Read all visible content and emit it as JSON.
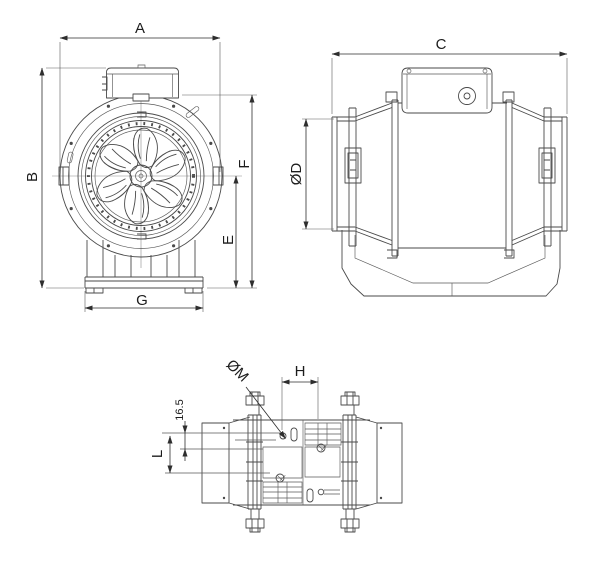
{
  "drawing": {
    "type": "technical-dimension-drawing",
    "subject": "inline-mixed-flow-duct-fan",
    "background": "#ffffff",
    "line_color": "#4a4a4a",
    "dimension_color": "#2e2e2e",
    "text_color": "#1c1c1c",
    "labels": {
      "width": "A",
      "height": "B",
      "length": "C",
      "duct_diameter": "ØD",
      "axis_to_base": "E",
      "top_to_base": "F",
      "foot_width": "G",
      "hole_offset": "H",
      "hole_spacing": "L",
      "mounting_hole_diameter": "ØM",
      "edge_offset": "16.5"
    }
  }
}
